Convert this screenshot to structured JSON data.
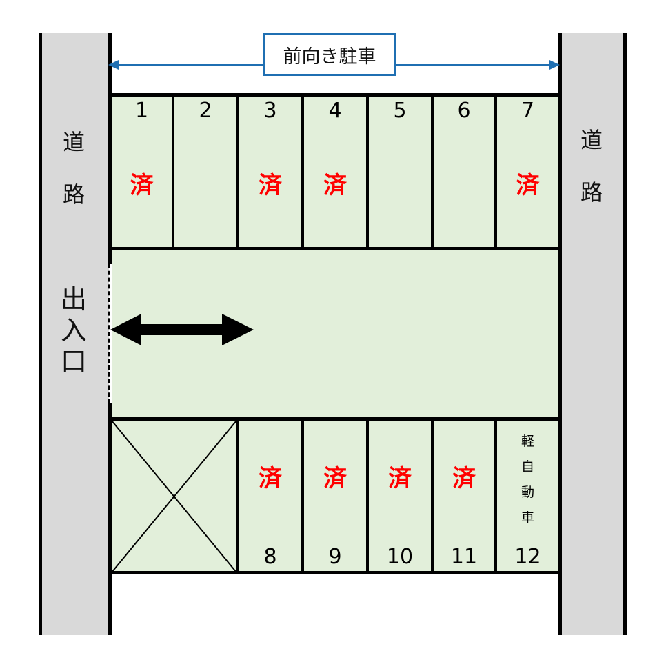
{
  "banner_label": "前向き駐車",
  "road_left": [
    "道",
    "路"
  ],
  "road_right": [
    "道",
    "路"
  ],
  "entrance": [
    "出",
    "入",
    "口"
  ],
  "taken_mark": "済",
  "kei_label": [
    "軽",
    "自",
    "動",
    "車"
  ],
  "top_row": [
    {
      "number": "1",
      "taken": true
    },
    {
      "number": "2",
      "taken": false
    },
    {
      "number": "3",
      "taken": true
    },
    {
      "number": "4",
      "taken": true
    },
    {
      "number": "5",
      "taken": false
    },
    {
      "number": "6",
      "taken": false
    },
    {
      "number": "7",
      "taken": true
    }
  ],
  "bottom_row": [
    {
      "number": "8",
      "taken": true
    },
    {
      "number": "9",
      "taken": true
    },
    {
      "number": "10",
      "taken": true
    },
    {
      "number": "11",
      "taken": true
    },
    {
      "number": "12",
      "taken": false,
      "kei": true
    }
  ],
  "colors": {
    "lot_fill": "#e2efda",
    "road_fill": "#d9d9d9",
    "taken_text": "#ff0000",
    "banner_border": "#1f6fb2"
  }
}
